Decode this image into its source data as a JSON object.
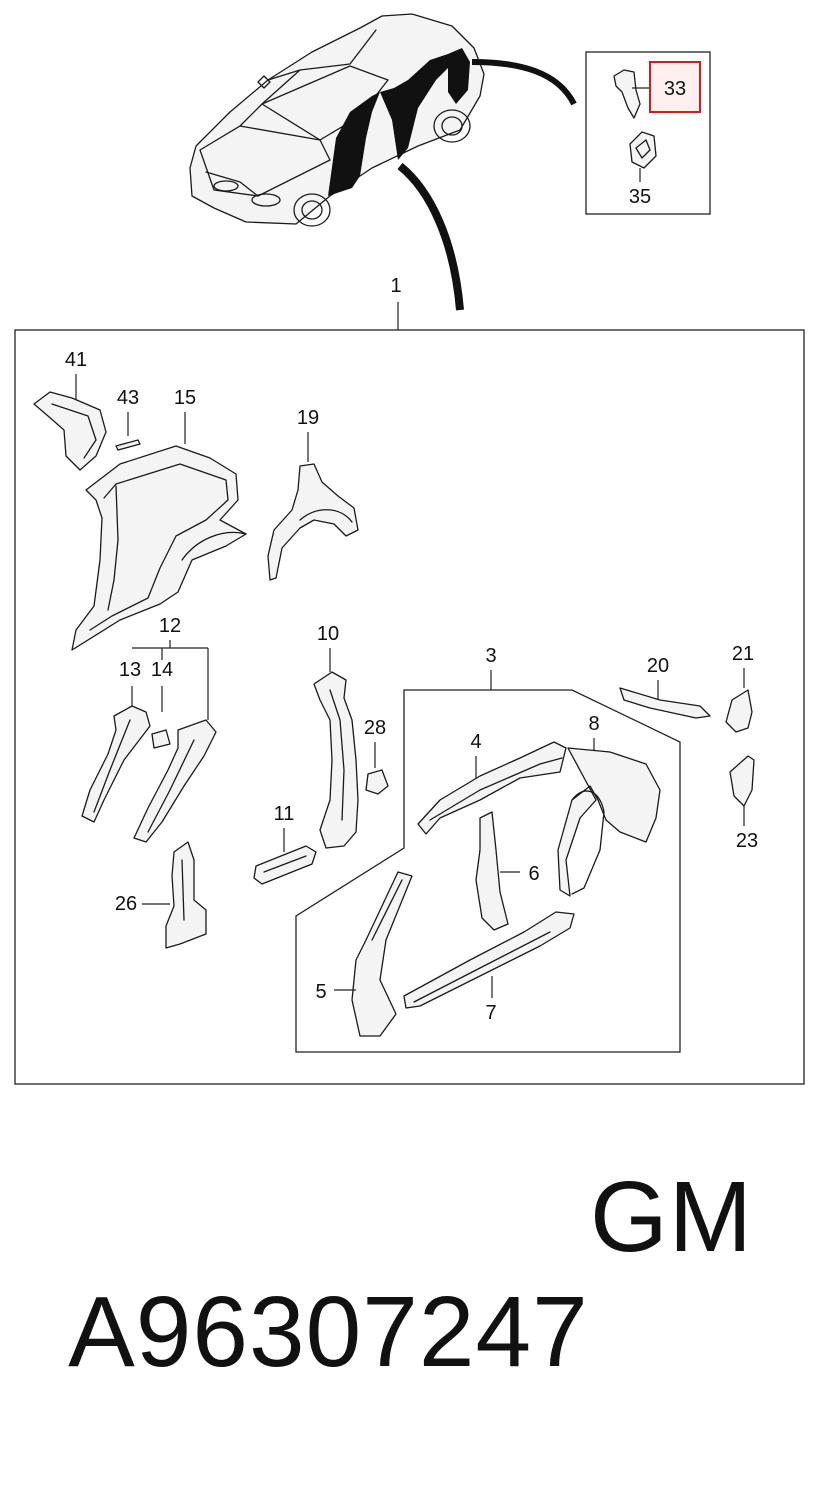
{
  "callouts": {
    "c1": "1",
    "c3": "3",
    "c4": "4",
    "c5": "5",
    "c6": "6",
    "c7": "7",
    "c8": "8",
    "c10": "10",
    "c11": "11",
    "c12": "12",
    "c13": "13",
    "c14": "14",
    "c15": "15",
    "c19": "19",
    "c20": "20",
    "c21": "21",
    "c23": "23",
    "c26": "26",
    "c28": "28",
    "c33": "33",
    "c35": "35",
    "c41": "41",
    "c43": "43"
  },
  "highlight": {
    "callout": "33",
    "color": "#cc1f1f"
  },
  "footer": {
    "part_number": "A96307247",
    "maker": "GM"
  }
}
